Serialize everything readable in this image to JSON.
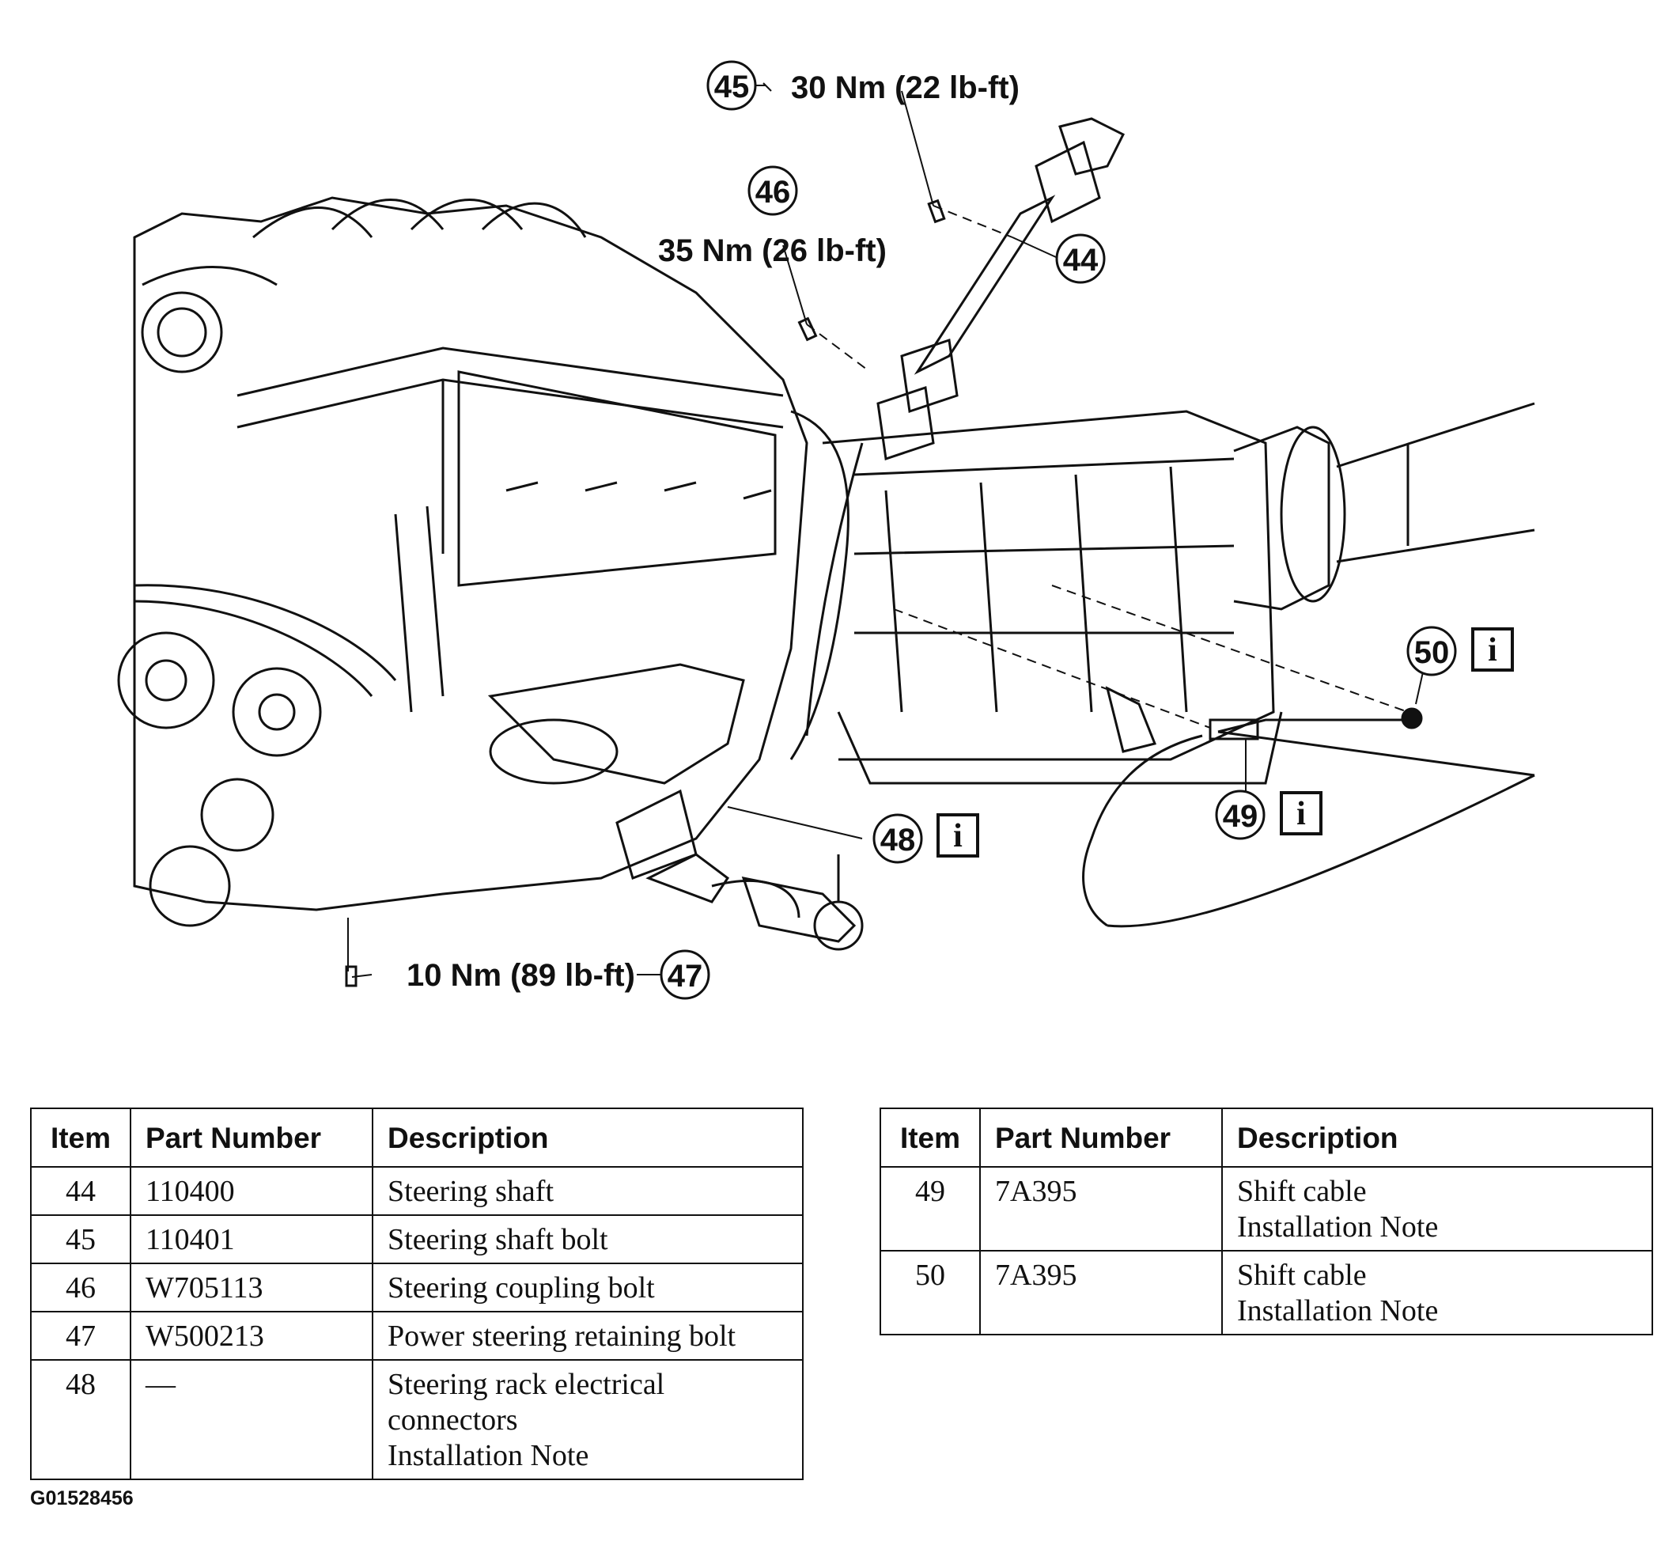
{
  "callouts": {
    "c45": {
      "num": "45",
      "torque": "30 Nm (22 lb-ft)"
    },
    "c46": {
      "num": "46",
      "torque": "35 Nm (26 lb-ft)"
    },
    "c44": {
      "num": "44"
    },
    "c47": {
      "num": "47",
      "torque": "10 Nm (89 lb-ft)"
    },
    "c48": {
      "num": "48",
      "info": "i"
    },
    "c49": {
      "num": "49",
      "info": "i"
    },
    "c50": {
      "num": "50",
      "info": "i"
    }
  },
  "table_left": {
    "headers": [
      "Item",
      "Part Number",
      "Description"
    ],
    "rows": [
      {
        "item": "44",
        "part": "110400",
        "desc": "Steering shaft"
      },
      {
        "item": "45",
        "part": "110401",
        "desc": "Steering shaft bolt"
      },
      {
        "item": "46",
        "part": "W705113",
        "desc": "Steering coupling bolt"
      },
      {
        "item": "47",
        "part": "W500213",
        "desc": "Power steering retaining bolt"
      },
      {
        "item": "48",
        "part": "—",
        "desc": "Steering rack electrical\nconnectors\nInstallation Note"
      }
    ]
  },
  "table_right": {
    "headers": [
      "Item",
      "Part Number",
      "Description"
    ],
    "rows": [
      {
        "item": "49",
        "part": "7A395",
        "desc": "Shift cable\nInstallation Note"
      },
      {
        "item": "50",
        "part": "7A395",
        "desc": "Shift cable\nInstallation Note"
      }
    ]
  },
  "figure_id": "G01528456"
}
